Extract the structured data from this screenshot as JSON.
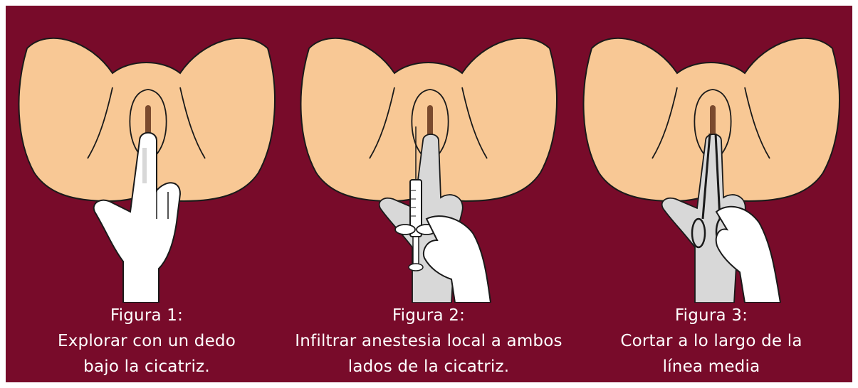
{
  "colors": {
    "background": "#780b2a",
    "skin": "#f8c895",
    "glove": "#ffffff",
    "glove_shade": "#d8d8d8",
    "incision": "#7a4a2e"
  },
  "figures": [
    {
      "title": "Figura 1:",
      "lines": [
        "Explorar con un dedo",
        "bajo la cicatriz."
      ],
      "icons": [
        "perineum-illustration",
        "gloved-finger-icon"
      ]
    },
    {
      "title": "Figura 2:",
      "lines": [
        "Infiltrar anestesia local a ambos",
        "lados de la cicatriz."
      ],
      "icons": [
        "perineum-illustration",
        "syringe-icon",
        "gloved-hand-icon"
      ]
    },
    {
      "title": "Figura 3:",
      "lines": [
        "Cortar a lo largo de la",
        "línea media"
      ],
      "icons": [
        "perineum-illustration",
        "scissors-icon",
        "gloved-hand-icon"
      ]
    }
  ]
}
